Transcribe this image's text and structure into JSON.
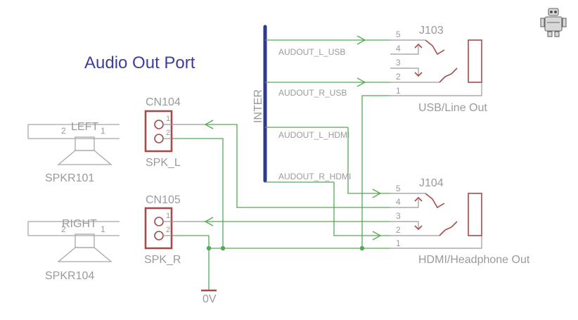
{
  "title": "Audio Out Port",
  "bus": {
    "label": "INTER"
  },
  "nets": {
    "l_usb": "AUDOUT_L_USB",
    "r_usb": "AUDOUT_R_USB",
    "l_hdmi": "AUDOUT_L_HDMI",
    "r_hdmi": "AUDOUT_R_HDMI"
  },
  "j103": {
    "ref": "J103",
    "value": "USB/Line Out",
    "pins": [
      "5",
      "4",
      "3",
      "2",
      "1"
    ]
  },
  "j104": {
    "ref": "J104",
    "value": "HDMI/Headphone Out",
    "pins": [
      "5",
      "4",
      "3",
      "2",
      "1"
    ]
  },
  "cn104": {
    "ref": "CN104",
    "value": "SPK_L",
    "pins": [
      "1",
      "2"
    ]
  },
  "cn105": {
    "ref": "CN105",
    "value": "SPK_R",
    "pins": [
      "1",
      "2"
    ]
  },
  "spkr101": {
    "ref": "SPKR101",
    "label": "LEFT",
    "pin_a": "2",
    "pin_b": "1"
  },
  "spkr104": {
    "ref": "SPKR104",
    "label": "RIGHT",
    "pin_a": "2",
    "pin_b": "1"
  },
  "ground": {
    "label": "0V"
  },
  "logo": {
    "icon": "robot-logo-icon"
  },
  "colors": {
    "wire": "#55a855",
    "bus": "#2e3a8c",
    "part": "#a44b4b",
    "title": "#3d3d9e",
    "text": "#9a9a9a"
  }
}
